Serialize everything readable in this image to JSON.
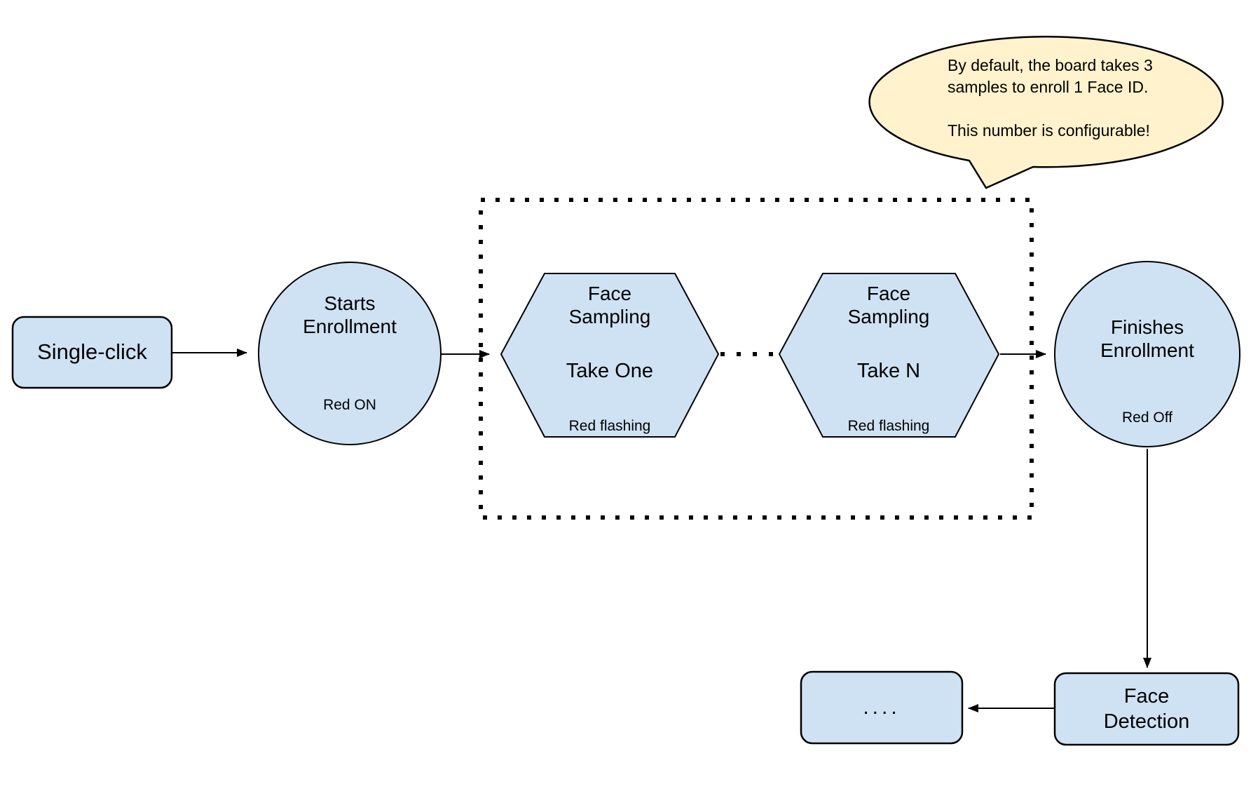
{
  "colors": {
    "node_fill": "#cfe2f3",
    "node_border": "#000000",
    "bubble_fill": "#fff2cc",
    "connector": "#000000"
  },
  "callout": {
    "text": "By default, the board takes 3\nsamples to enroll 1 Face ID.\n\nThis number is configurable!"
  },
  "nodes": {
    "single_click": {
      "label": "Single-click"
    },
    "starts_enrollment": {
      "title": "Starts\nEnrollment",
      "status": "Red ON"
    },
    "face_sampling_one": {
      "title": "Face\nSampling",
      "step": "Take One",
      "status": "Red flashing"
    },
    "face_sampling_n": {
      "title": "Face\nSampling",
      "step": "Take N",
      "status": "Red flashing"
    },
    "finishes_enrollment": {
      "title": "Finishes\nEnrollment",
      "status": "Red Off"
    },
    "face_detection": {
      "label": "Face\nDetection"
    },
    "continuation": {
      "label": "...."
    }
  }
}
